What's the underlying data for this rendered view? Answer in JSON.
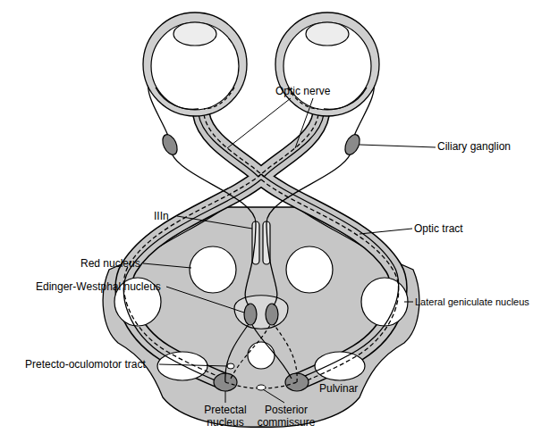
{
  "diagram": {
    "labels": [
      "Optic nerve",
      "Ciliary ganglion",
      "IIIn",
      "Optic tract",
      "Red nucleus",
      "Edinger-Westphal nucleus",
      "Lateral geniculate nucleus",
      "Pretecto-oculomotor tract",
      "Pulvinar",
      "Pretectal nucleus",
      "Posterior commissure"
    ]
  }
}
